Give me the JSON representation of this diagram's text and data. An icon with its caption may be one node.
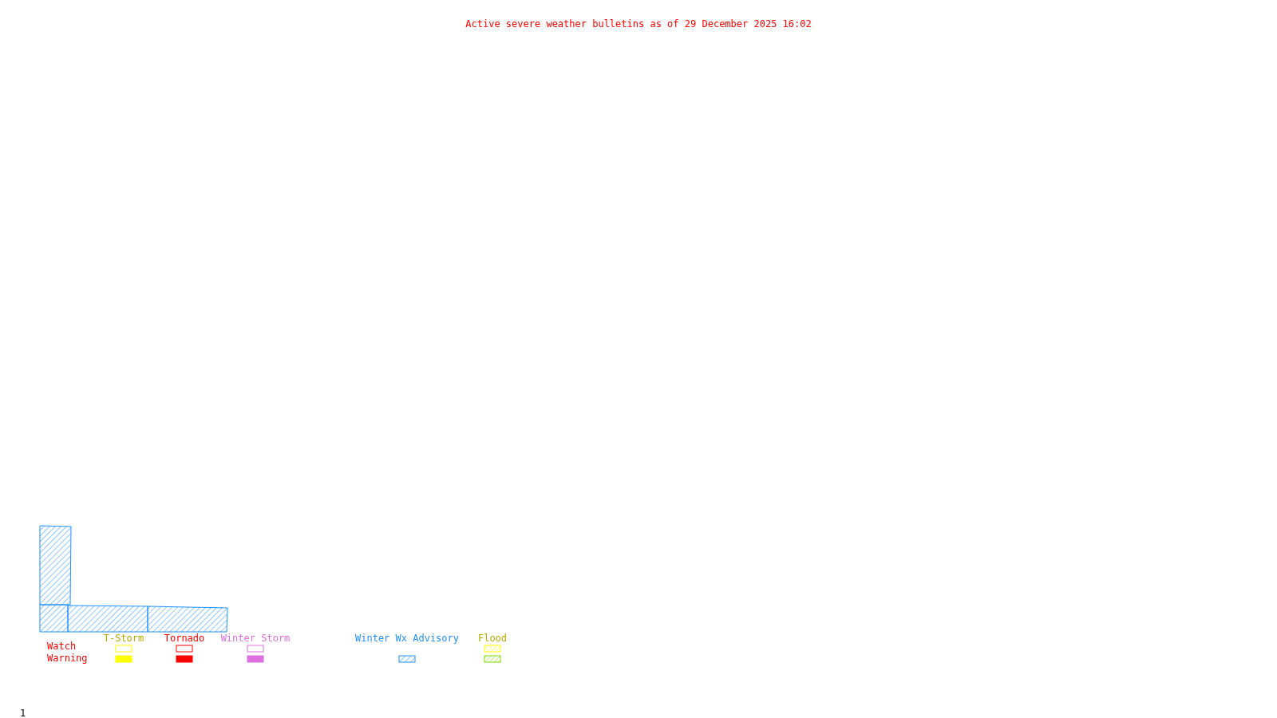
{
  "diagram": {
    "title": "Active severe weather bulletins as of 29 December 2025 16:02",
    "labels": [
      "T-Storm",
      "Tornado",
      "Winter Storm",
      "Winter Wx Advisory",
      "Flood",
      "Watch",
      "Warning",
      "1"
    ]
  }
}
